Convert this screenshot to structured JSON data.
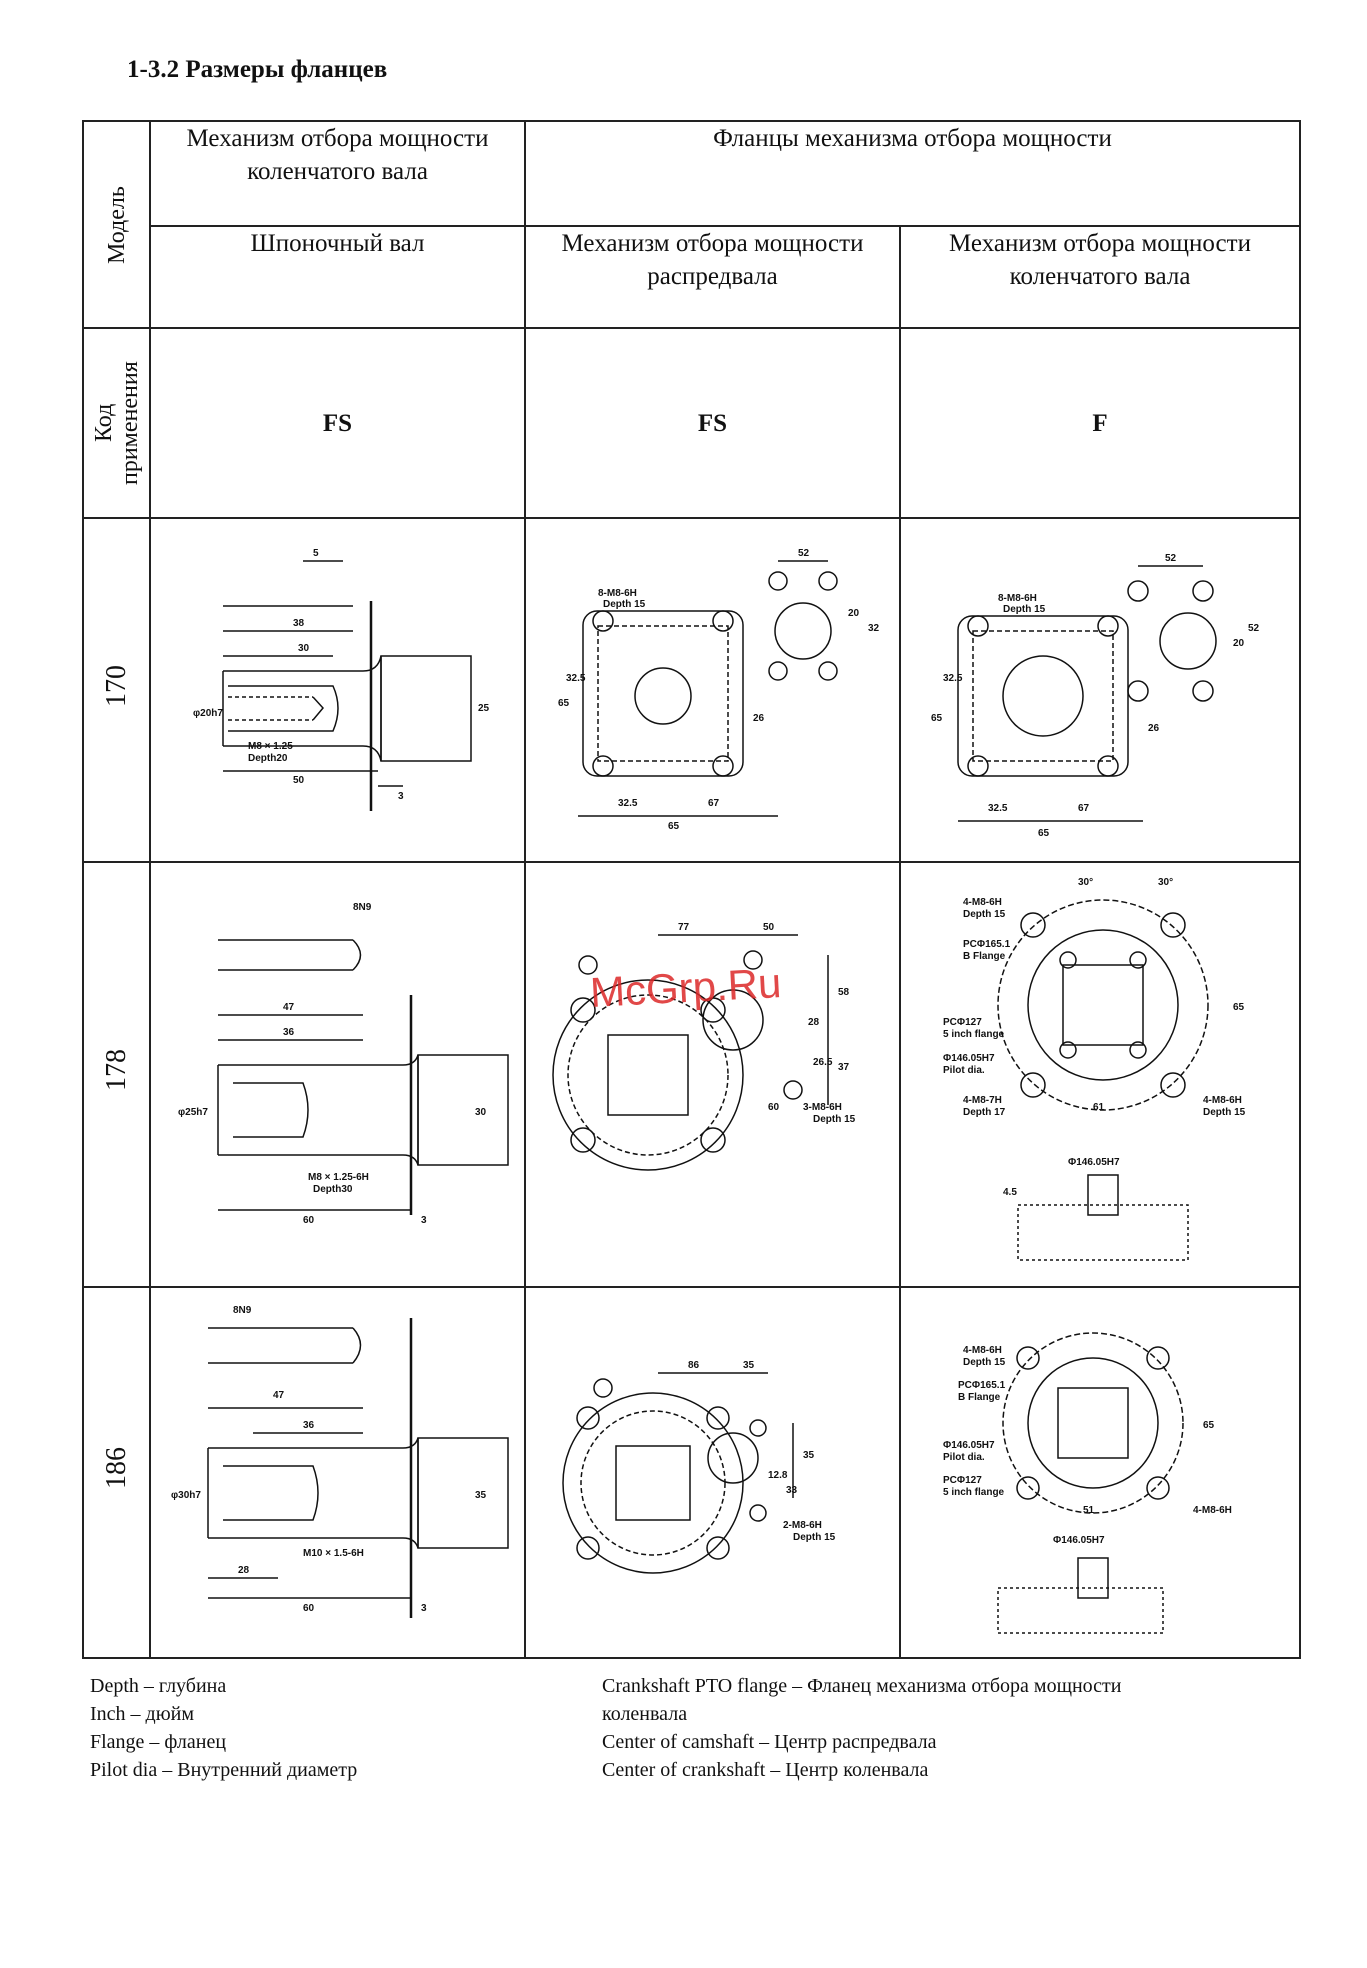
{
  "section_title": "1-3.2 Размеры фланцев",
  "table": {
    "model_header": "Модель",
    "code_header": "Код применения",
    "col1_group": "Механизм отбора мощности коленчатого вала",
    "col1_sub": "Шпоночный вал",
    "col23_group": "Фланцы механизма отбора мощности",
    "col2_sub": "Механизм отбора мощности распредвала",
    "col3_sub": "Механизм отбора мощности коленчатого вала",
    "codes": [
      "FS",
      "FS",
      "F"
    ],
    "models": [
      "170",
      "178",
      "186"
    ]
  },
  "drawings": {
    "r170_shaft": {
      "d": "φ20h7",
      "thread": "M8 × 1.25",
      "depth": "Depth20",
      "dims": [
        "5",
        "38",
        "30",
        "50",
        "3",
        "25"
      ]
    },
    "r170_cam": {
      "holes": "8-M8-6H",
      "depth": "Depth 15",
      "dims": [
        "52",
        "32.5",
        "65",
        "20",
        "32",
        "26",
        "32.5",
        "67",
        "65"
      ]
    },
    "r170_crank": {
      "holes": "8-M8-6H",
      "depth": "Depth 15",
      "dims": [
        "52",
        "32.5",
        "65",
        "20",
        "52",
        "26",
        "32.5",
        "67",
        "65"
      ]
    },
    "r178_shaft": {
      "key": "8N9",
      "d": "φ25h7",
      "thread": "M8 × 1.25-6H",
      "depth": "Depth30",
      "dims": [
        "47",
        "36",
        "60",
        "3",
        "30"
      ]
    },
    "r178_cam": {
      "holes": "3-M8-6H",
      "depth": "Depth 15",
      "dims": [
        "77",
        "50",
        "58",
        "28",
        "26.5",
        "37",
        "60"
      ]
    },
    "r178_crank": {
      "holes1": "4-M8-6H",
      "depth1": "Depth 15",
      "pcd1": "PCΦ165.1",
      "flange": "B Flange",
      "pcd2": "PCΦ127",
      "flange2": "5 inch flange",
      "pilot": "Φ146.05H7",
      "pilot_label": "Pilot dia.",
      "holes2": "4-M8-7H",
      "depth2": "Depth 17",
      "holes3": "4-M8-6H",
      "depth3": "Depth 15",
      "angle": "30°",
      "dims": [
        "65",
        "61",
        "4.5"
      ]
    },
    "r186_shaft": {
      "key": "8N9",
      "d": "φ30h7",
      "thread": "M10 × 1.5-6H",
      "dims": [
        "47",
        "36",
        "28",
        "60",
        "3",
        "35"
      ]
    },
    "r186_cam": {
      "holes": "2-M8-6H",
      "depth": "Depth 15",
      "dims": [
        "86",
        "35",
        "35",
        "12.8",
        "33"
      ]
    },
    "r186_crank": {
      "holes1": "4-M8-6H",
      "depth1": "Depth 15",
      "pcd1": "PCΦ165.1",
      "flange": "B Flange",
      "pilot": "Φ146.05H7",
      "pilot_label": "Pilot dia.",
      "pcd2": "PCΦ127",
      "flange2": "5 inch flange",
      "holes3": "4-M8-6H",
      "dims": [
        "65",
        "51"
      ]
    }
  },
  "watermark": "McGrp.Ru",
  "legend_left": [
    "Depth – глубина",
    "Inch – дюйм",
    "Flange – фланец",
    "Pilot dia – Внутренний диаметр"
  ],
  "legend_right": [
    "Crankshaft PTO flange – Фланец механизма отбора мощности",
    "коленвала",
    "Center of camshaft – Центр распредвала",
    "Center of crankshaft – Центр коленвала"
  ]
}
